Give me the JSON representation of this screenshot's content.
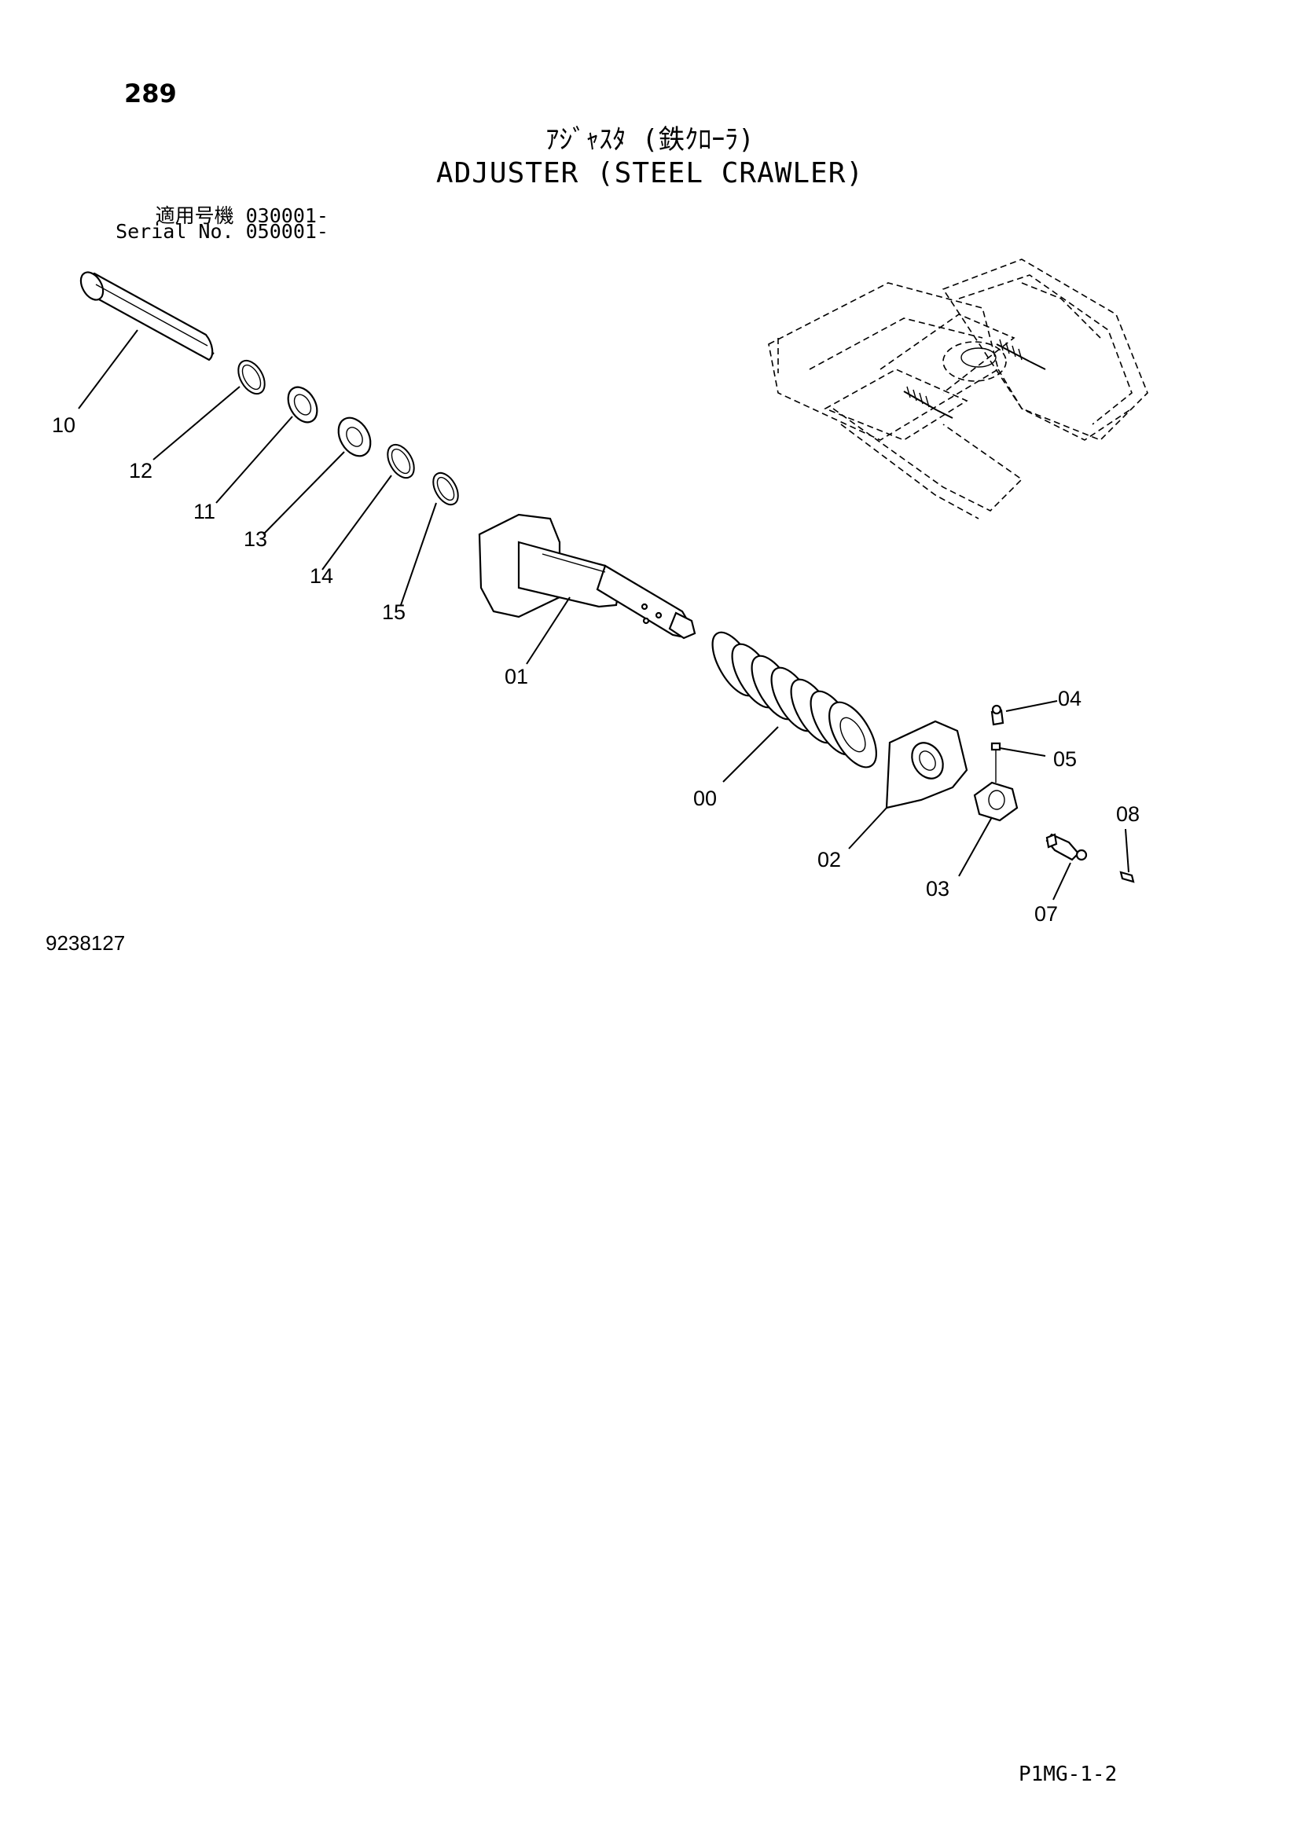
{
  "page": {
    "number": "289",
    "title_jp": "ｱｼﾞｬｽﾀ (鉄ｸﾛｰﾗ)",
    "title_en": "ADJUSTER (STEEL CRAWLER)",
    "serial_line_1": "適用号機  030001-",
    "serial_line_2": "Serial No. 050001-",
    "figure_id": "9238127",
    "page_code": "P1MG-1-2"
  },
  "callouts": [
    {
      "id": "10",
      "label": "10"
    },
    {
      "id": "12",
      "label": "12"
    },
    {
      "id": "11",
      "label": "11"
    },
    {
      "id": "13",
      "label": "13"
    },
    {
      "id": "14",
      "label": "14"
    },
    {
      "id": "15",
      "label": "15"
    },
    {
      "id": "01",
      "label": "01"
    },
    {
      "id": "00",
      "label": "00"
    },
    {
      "id": "02",
      "label": "02"
    },
    {
      "id": "03",
      "label": "03"
    },
    {
      "id": "04",
      "label": "04"
    },
    {
      "id": "05",
      "label": "05"
    },
    {
      "id": "07",
      "label": "07"
    },
    {
      "id": "08",
      "label": "08"
    }
  ]
}
